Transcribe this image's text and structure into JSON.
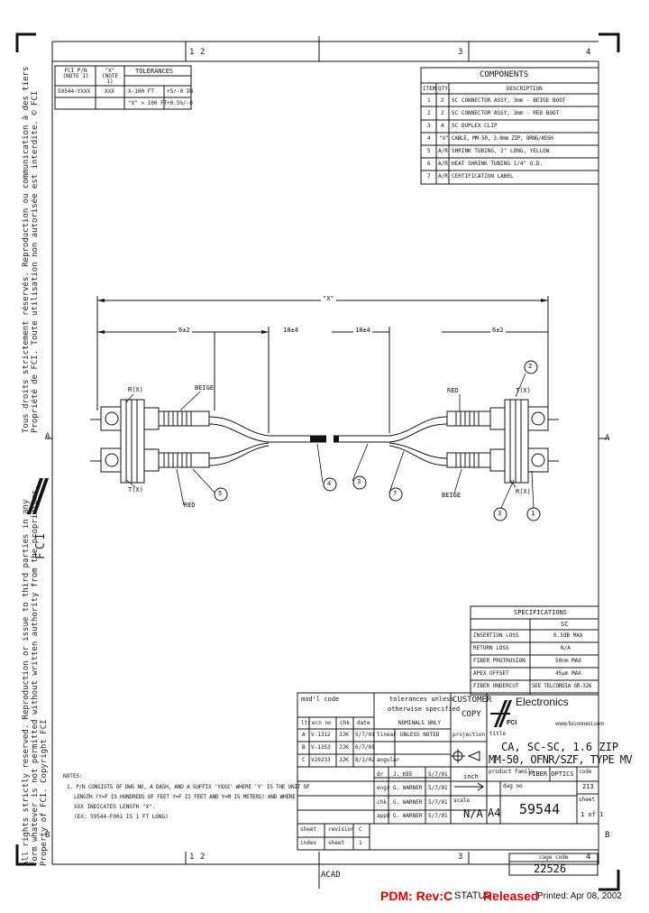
{
  "border": {
    "top_zones": [
      "1",
      "2",
      "3",
      "4"
    ],
    "bottom_zones": [
      "1",
      "2",
      "3",
      "4"
    ],
    "left_zones": [
      "A",
      "B"
    ],
    "right_zones": [
      "A",
      "B"
    ]
  },
  "side_notice": {
    "line1": "Tous droits strictement réservés. Reproduction ou communication à des tiers",
    "line2": "Propriété de FCI. Toute utilisation non autorisée est interdite. © FCI",
    "line3": "All rights strictly reserved. Reproduction or issue to third parties in any",
    "line4": "form whatever is not permitted without written authority from the proprietors.",
    "line5": "Property of FCI. Copyright FCI",
    "logo_text": "FCI"
  },
  "pn_table": {
    "headers": [
      "FCI P/N (NOTE 1)",
      "\"X\" (NOTE 1)",
      "TOLERANCES"
    ],
    "row1": [
      "59544-YXXX",
      "XXX",
      "X-100 FT",
      "+5/-0 IN"
    ],
    "row2": [
      "",
      "",
      "\"X\" > 100 FT",
      "+0.5%/-0"
    ]
  },
  "components": {
    "title": "COMPONENTS",
    "headers": [
      "ITEM",
      "QTY.",
      "DESCRIPTION"
    ],
    "rows": [
      [
        "1",
        "2",
        "SC CONNECTOR ASSY, 3mm - BEIGE BOOT"
      ],
      [
        "2",
        "2",
        "SC CONNECTOR ASSY, 3mm - RED BOOT"
      ],
      [
        "3",
        "4",
        "SC DUPLEX CLIP"
      ],
      [
        "4",
        "\"X\"",
        "CABLE, MM-50, 3.0mm ZIP, ORNG/ASSH"
      ],
      [
        "5",
        "A/R",
        "SHRINK TUBING, 2\" LONG, YELLOW"
      ],
      [
        "6",
        "A/R",
        "HEAT SHRINK TUBING 1/4\" O.D."
      ],
      [
        "7",
        "A/R",
        "CERTIFICATION LABEL"
      ]
    ]
  },
  "drawing": {
    "overall_dim": "\"X\"",
    "dim_left": "6±2",
    "dim_mid_left": "18±4",
    "dim_mid_right": "18±4",
    "label_rx_left": "R(X)",
    "label_beige_top": "BEIGE",
    "label_tx_left": "T(X)",
    "label_red_left": "RED",
    "label_red_right": "RED",
    "label_tx_right": "T(X)",
    "label_beige_right": "BEIGE",
    "label_rx_right": "R(X)",
    "balloons": [
      "2",
      "5",
      "4",
      "3",
      "7",
      "3",
      "1"
    ]
  },
  "specifications": {
    "title": "SPECIFICATIONS",
    "col": "SC",
    "rows": [
      [
        "INSERTION LOSS",
        "0.5dB MAX"
      ],
      [
        "RETURN LOSS",
        "N/A"
      ],
      [
        "FIBER PROTRUSION",
        "50nm MAX"
      ],
      [
        "APEX OFFSET",
        "45µm MAX"
      ],
      [
        "FIBER UNDERCUT",
        "SEE TELCORDIA GR-326"
      ]
    ]
  },
  "title_block": {
    "rev_header": "mod'l code",
    "rev_cols": [
      "ltr",
      "ecn no",
      "chk",
      "date"
    ],
    "revs": [
      [
        "A",
        "V-1312",
        "JJK",
        "5/7/01"
      ],
      [
        "B",
        "V-1353",
        "JJK",
        "6/7/01"
      ],
      [
        "C",
        "V20233",
        "JJK",
        "8/1/02"
      ]
    ],
    "tolerances_line1": "tolerances unless",
    "tolerances_line2": "otherwise specified",
    "tol_dims": "NOMINALS ONLY",
    "tol_linear_label": "linear",
    "tol_linear": "UNLESS NOTED",
    "tol_angular_label": "angular",
    "customer_copy_1": "CUSTOMER",
    "customer_copy_2": "COPY",
    "projection_label": "projection",
    "projection_symbol": "⊕◁",
    "company_name": "Electronics",
    "company_logo": "FCI",
    "website": "www.fciconnect.com",
    "title_label": "title",
    "title_line1": "CA, SC-SC, 1.6 ZIP",
    "title_line2": "MM-50, OFNR/SZF, TYPE MV",
    "signoffs": [
      [
        "dr",
        "J. KEE",
        "5/7/01"
      ],
      [
        "engr",
        "G. WARNER",
        "5/7/01"
      ],
      [
        "chk",
        "G. WARNER",
        "5/7/01"
      ],
      [
        "appd",
        "G. WARNER",
        "5/7/01"
      ]
    ],
    "units": "inch",
    "scale_label": "scale",
    "scale": "N/A",
    "product_family_label": "product family",
    "product_family": "FIBER OPTICS",
    "code_label": "code",
    "code": "213",
    "size": "A4",
    "dwg_no_label": "dwg no",
    "dwg_no": "59544",
    "sheet_label": "sheet",
    "sheet": "1 of 1",
    "sheet_index_cols": [
      "sheet",
      "revision",
      "C"
    ],
    "sheet_index_row": [
      "index",
      "sheet",
      "1"
    ],
    "cage_code_label": "cage code",
    "cage_code": "22526",
    "acad": "ACAD"
  },
  "footer": {
    "pdm": "PDM: Rev:C",
    "status_label": "STATUS:",
    "status": "Released",
    "printed": "Printed: Apr 08, 2002"
  },
  "notes": {
    "title": "NOTES:",
    "lines": [
      "1. P/N CONSISTS OF DWG NO, A DASH, AND A SUFFIX 'YXXX' WHERE 'Y' IS THE UNIT OF",
      "LENGTH (Y=F IS HUNDREDS OF FEET Y=F IS FEET AND Y=M IS METERS) AND WHERE",
      "XXX INDICATES LENGTH \"X\".",
      "(EX: 59544-F001 IS 1 FT LONG)"
    ]
  },
  "colors": {
    "ink": "#111111",
    "pdm_red": "#d00000"
  }
}
